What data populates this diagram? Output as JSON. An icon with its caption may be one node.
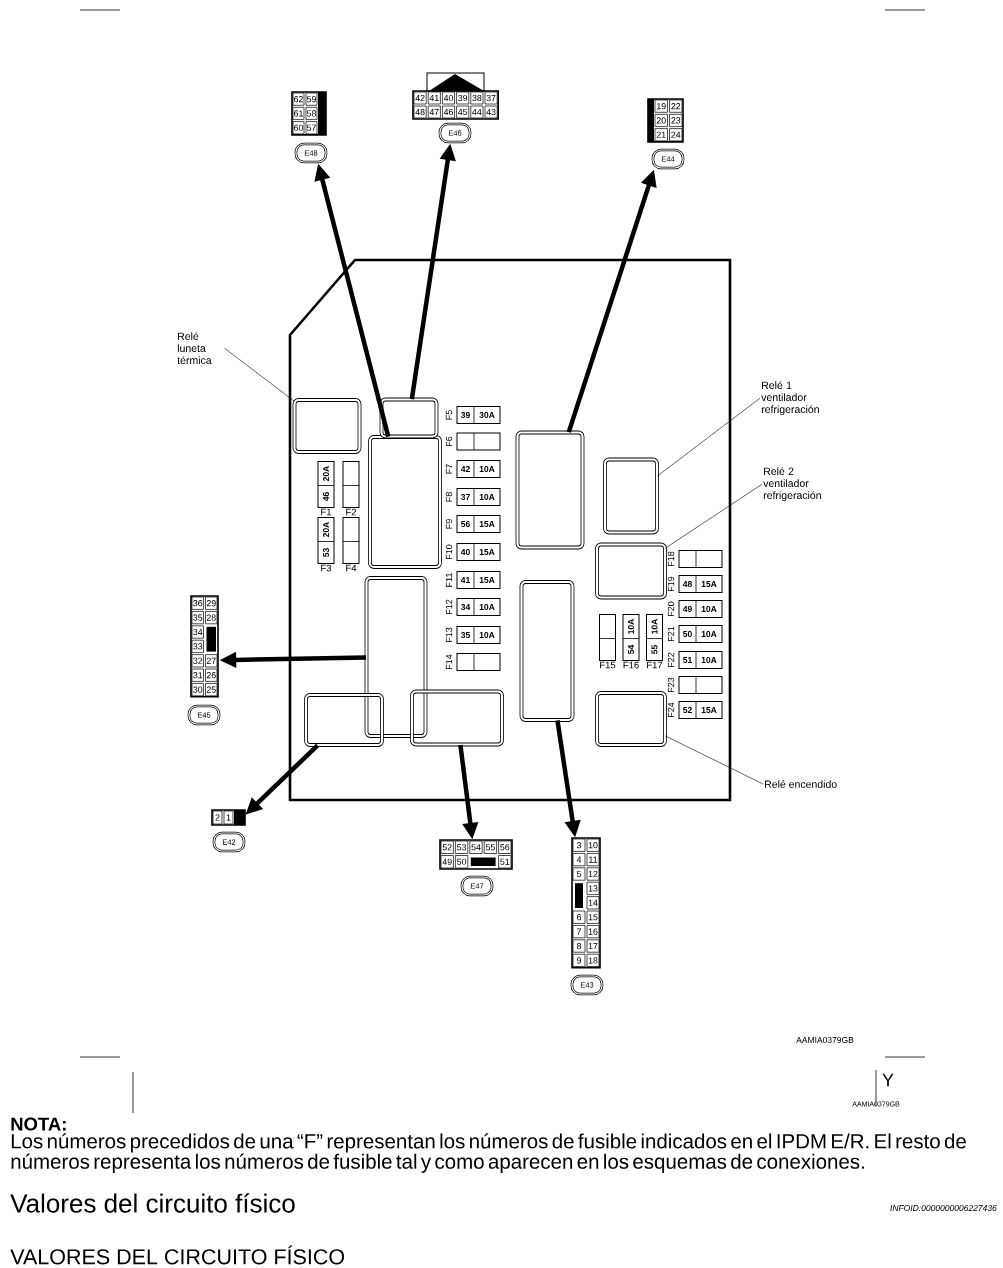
{
  "diagram": {
    "nodes": [
      {
        "text": [
          "62",
          "59",
          "61",
          "58",
          "60",
          "57",
          "E48"
        ]
      },
      {
        "text": [
          "42",
          "41",
          "40",
          "39",
          "38",
          "37",
          "48",
          "47",
          "46",
          "45",
          "44",
          "43",
          "E46"
        ]
      },
      {
        "text": [
          "19",
          "22",
          "20",
          "23",
          "21",
          "24",
          "E44"
        ]
      },
      {
        "text": [],
        "shape": "box"
      },
      {
        "text": [],
        "shape": "box",
        "in": 3
      },
      {
        "text": [],
        "shape": "box",
        "in": 3
      },
      {
        "text": [],
        "shape": "box",
        "in": 3
      },
      {
        "text": [],
        "shape": "box",
        "in": 3
      },
      {
        "text": [],
        "shape": "box",
        "in": 3
      },
      {
        "text": [],
        "shape": "box",
        "in": 3
      },
      {
        "text": [],
        "shape": "box",
        "in": 3
      },
      {
        "text": [],
        "shape": "box",
        "in": 3
      },
      {
        "text": [],
        "shape": "box",
        "in": 3
      },
      {
        "text": [],
        "shape": "box",
        "in": 3
      },
      {
        "text": [],
        "shape": "box",
        "in": 3
      },
      {
        "text": [
          "46",
          "20A"
        ],
        "beside": [
          "F1"
        ],
        "in": 3
      },
      {
        "text": [],
        "shape": "box",
        "beside": [
          "F2"
        ],
        "in": 3
      },
      {
        "text": [
          "53",
          "20A"
        ],
        "beside": [
          "F3"
        ],
        "in": 3
      },
      {
        "text": [],
        "shape": "box",
        "beside": [
          "F4"
        ],
        "in": 3
      },
      {
        "text": [
          "39",
          "30A"
        ],
        "beside": [
          "F5"
        ],
        "in": 3
      },
      {
        "text": [],
        "shape": "box",
        "beside": [
          "F6"
        ],
        "in": 3
      },
      {
        "text": [
          "42",
          "10A"
        ],
        "beside": [
          "F7"
        ],
        "in": 3
      },
      {
        "text": [
          "37",
          "10A"
        ],
        "beside": [
          "F8"
        ],
        "in": 3
      },
      {
        "text": [
          "56",
          "15A"
        ],
        "beside": [
          "F9"
        ],
        "in": 3
      },
      {
        "text": [
          "40",
          "15A"
        ],
        "beside": [
          "F10"
        ],
        "in": 3
      },
      {
        "text": [
          "41",
          "15A"
        ],
        "beside": [
          "F11"
        ],
        "in": 3
      },
      {
        "text": [
          "34",
          "10A"
        ],
        "beside": [
          "F12"
        ],
        "in": 3
      },
      {
        "text": [
          "35",
          "10A"
        ],
        "beside": [
          "F13"
        ],
        "in": 3
      },
      {
        "text": [],
        "shape": "box",
        "beside": [
          "F14"
        ],
        "in": 3
      },
      {
        "text": [],
        "shape": "box",
        "beside": [
          "F15"
        ],
        "in": 3
      },
      {
        "text": [
          "54",
          "10A"
        ],
        "beside": [
          "F16"
        ],
        "in": 3
      },
      {
        "text": [
          "55",
          "10A"
        ],
        "beside": [
          "F17"
        ],
        "in": 3
      },
      {
        "text": [],
        "shape": "box",
        "beside": [
          "F18"
        ],
        "in": 3
      },
      {
        "text": [
          "48",
          "15A"
        ],
        "beside": [
          "F19"
        ],
        "in": 3
      },
      {
        "text": [
          "49",
          "10A"
        ],
        "beside": [
          "F20"
        ],
        "in": 3
      },
      {
        "text": [
          "50",
          "10A"
        ],
        "beside": [
          "F21"
        ],
        "in": 3
      },
      {
        "text": [
          "51",
          "10A"
        ],
        "beside": [
          "F22"
        ],
        "in": 3
      },
      {
        "text": [],
        "shape": "box",
        "beside": [
          "F23"
        ],
        "in": 3
      },
      {
        "text": [
          "52",
          "15A"
        ],
        "beside": [
          "F24"
        ],
        "in": 3
      },
      {
        "text": [
          "Relé luneta térmica"
        ]
      },
      {
        "text": [
          "Relé 1 ventilador refrigeración"
        ]
      },
      {
        "text": [
          "Relé 2 ventilador refrigeración"
        ]
      },
      {
        "text": [
          "Relé encendido"
        ]
      },
      {
        "text": [
          "36",
          "29",
          "35",
          "28",
          "34",
          "33",
          "32",
          "27",
          "31",
          "26",
          "30",
          "25",
          "E45"
        ]
      },
      {
        "text": [
          "2",
          "1",
          "E42"
        ]
      },
      {
        "text": [
          "52",
          "53",
          "54",
          "55",
          "56",
          "49",
          "50",
          "51",
          "E47"
        ]
      },
      {
        "text": [
          "3",
          "10",
          "4",
          "11",
          "5",
          "12",
          "13",
          "14",
          "6",
          "15",
          "7",
          "16",
          "8",
          "17",
          "9",
          "18",
          "E43"
        ]
      }
    ],
    "edges": [
      {
        "from": 5,
        "to": 0,
        "arrow": "to"
      },
      {
        "from": 6,
        "to": 1,
        "arrow": "to"
      },
      {
        "from": 7,
        "to": 2,
        "arrow": "to"
      },
      {
        "from": 8,
        "to": 43,
        "arrow": "to"
      },
      {
        "from": 9,
        "to": 44,
        "arrow": "to"
      },
      {
        "from": 10,
        "to": 45,
        "arrow": "to"
      },
      {
        "from": 11,
        "to": 46,
        "arrow": "to"
      },
      {
        "from": 39,
        "to": 4,
        "arrow": "none"
      },
      {
        "from": 40,
        "to": 12,
        "arrow": "none"
      },
      {
        "from": 41,
        "to": 13,
        "arrow": "none"
      },
      {
        "from": 42,
        "to": 14,
        "arrow": "none"
      }
    ],
    "labels": [
      "AAMIA0379GB",
      "Y",
      "AAMIA0379GB",
      "NOTA:",
      "Los números precedidos de una “F” representan los números de fusible indicados en el IPDM E/R.  El resto de números representa los números de fusible tal y como aparecen en los esquemas de conexiones.",
      "Valores del circuito físico",
      "INFOID:0000000006227436",
      "VALORES DEL CIRCUITO FÍSICO"
    ]
  }
}
